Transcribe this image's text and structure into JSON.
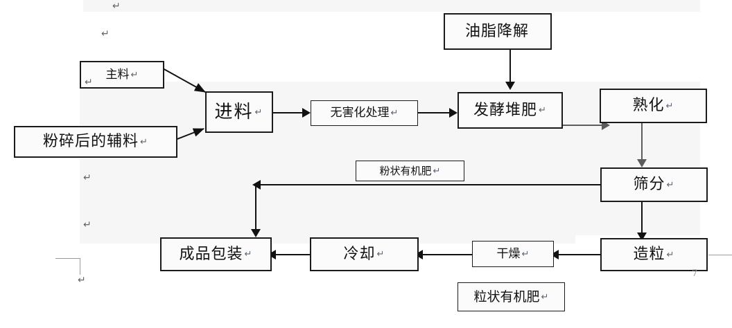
{
  "document": {
    "type": "process-flow-diagram",
    "page_number": "7",
    "pilcrow": "↵"
  },
  "nodes": [
    {
      "id": "zhuliao",
      "label": "主料",
      "pilcrow": "↵"
    },
    {
      "id": "fusuifuliao",
      "label": "粉碎后的辅料",
      "pilcrow": "↵"
    },
    {
      "id": "jinliao",
      "label": "进料",
      "pilcrow": "↵"
    },
    {
      "id": "wuhaihua",
      "label": "无害化处理",
      "pilcrow": "↵"
    },
    {
      "id": "youzhi",
      "label": "油脂降解",
      "pilcrow": ""
    },
    {
      "id": "fajiao",
      "label": "发酵堆肥",
      "pilcrow": "↵"
    },
    {
      "id": "shuhua",
      "label": "熟化",
      "pilcrow": "↵"
    },
    {
      "id": "shaifen",
      "label": "筛分",
      "pilcrow": "↵"
    },
    {
      "id": "zaoli",
      "label": "造粒",
      "pilcrow": "↵"
    },
    {
      "id": "ganzao",
      "label": "干燥",
      "pilcrow": "↵"
    },
    {
      "id": "lengque",
      "label": "冷却",
      "pilcrow": "↵"
    },
    {
      "id": "chengpin",
      "label": "成品包装",
      "pilcrow": "↵"
    },
    {
      "id": "fenzhuang",
      "label": "粉状有机肥",
      "pilcrow": "↵"
    },
    {
      "id": "lizhuang",
      "label": "粒状有机肥",
      "pilcrow": "↵"
    }
  ],
  "stray_marks": [
    {
      "id": "p1",
      "glyph": "↵"
    },
    {
      "id": "p2",
      "glyph": "↵"
    },
    {
      "id": "p3",
      "glyph": "↵"
    },
    {
      "id": "p4",
      "glyph": "↵"
    },
    {
      "id": "p5",
      "glyph": "↵"
    },
    {
      "id": "p6",
      "glyph": "↵"
    }
  ],
  "colors": {
    "line": "#111111",
    "line_gray": "#5c5c5c",
    "box_border": "#1a1a1a",
    "shade": "#f6f6f6",
    "page_mark": "#9a9a9a",
    "text": "#111111"
  },
  "flow_edges": [
    {
      "from": "主料",
      "to": "进料",
      "style": "diagonal-arrow"
    },
    {
      "from": "粉碎后的辅料",
      "to": "进料",
      "style": "diagonal-arrow"
    },
    {
      "from": "进料",
      "to": "无害化处理",
      "style": "arrow-right"
    },
    {
      "from": "无害化处理",
      "to": "发酵堆肥",
      "style": "arrow-right"
    },
    {
      "from": "油脂降解",
      "to": "发酵堆肥",
      "style": "arrow-down"
    },
    {
      "from": "发酵堆肥",
      "to": "熟化",
      "style": "arrow-right-gray"
    },
    {
      "from": "熟化",
      "to": "筛分",
      "style": "arrow-down-gray"
    },
    {
      "from": "筛分",
      "to": "成品包装",
      "style": "elbow-left-down (粉状有机肥)"
    },
    {
      "from": "筛分",
      "to": "造粒",
      "style": "arrow-down"
    },
    {
      "from": "造粒",
      "to": "干燥",
      "style": "arrow-left"
    },
    {
      "from": "干燥",
      "to": "冷却",
      "style": "arrow-left"
    },
    {
      "from": "冷却",
      "to": "成品包装",
      "style": "arrow-left"
    }
  ]
}
